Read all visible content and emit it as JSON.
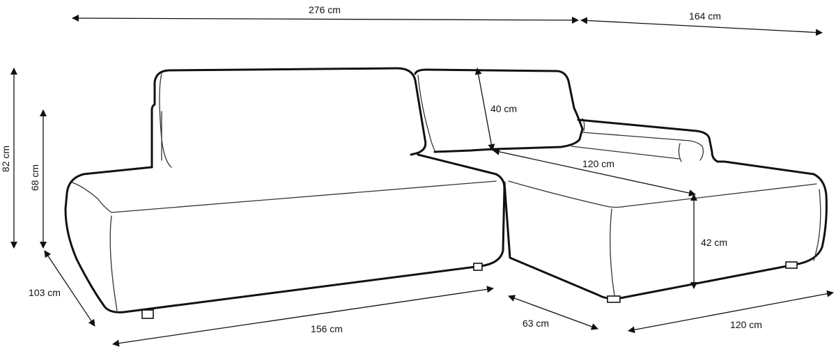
{
  "dimensions": {
    "total_width": "276 cm",
    "chaise_side_depth": "164 cm",
    "total_height": "82 cm",
    "armrest_height": "68 cm",
    "backrest_height": "40 cm",
    "chaise_inner_length": "120 cm",
    "seat_height": "42 cm",
    "main_depth": "103 cm",
    "main_front_length": "156 cm",
    "chaise_width": "63 cm",
    "chaise_length": "120 cm"
  }
}
